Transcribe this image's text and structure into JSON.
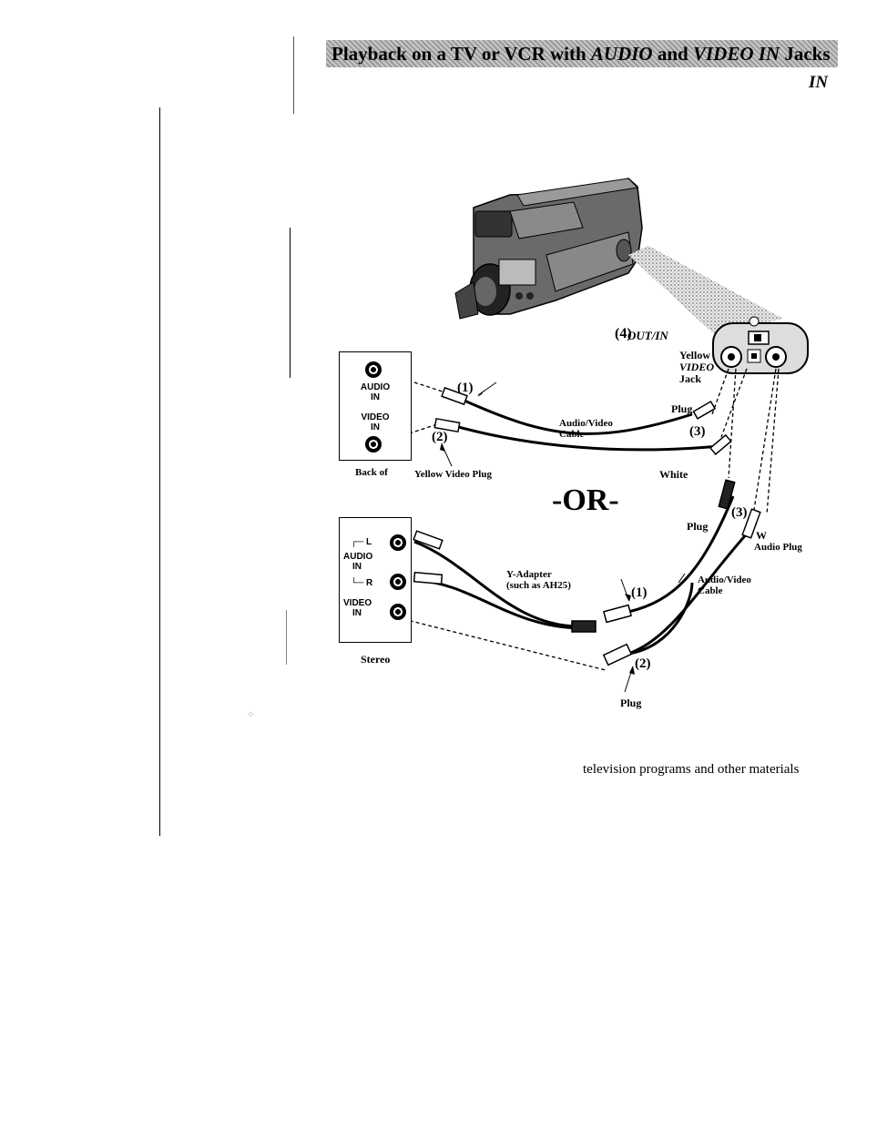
{
  "page": {
    "title_plain_1": "Playback on a TV or VCR with ",
    "title_italic_1": "AUDIO",
    "title_plain_2": " and ",
    "title_italic_2": "VIDEO IN",
    "title_plain_3": " Jacks",
    "corner_tag": "IN",
    "bottom_text": "television programs and other materials"
  },
  "top_setup": {
    "step4_number": "4",
    "step4_label": "OUT/IN",
    "yellow_video_jack": [
      "Yellow",
      "VIDEO",
      "Jack"
    ],
    "panel_audio": [
      "AUDIO",
      "IN"
    ],
    "panel_video": [
      "VIDEO",
      "IN"
    ],
    "step1_number": "1",
    "step2_number": "2",
    "step3_number": "3",
    "plug_label": "Plug",
    "cable_label": [
      "Audio/Video",
      "Cable"
    ],
    "yellow_plug_label": "Yellow Video Plug",
    "white_label": "White",
    "back_of_label": "Back of",
    "or_label": "-OR-"
  },
  "bottom_setup": {
    "panel_audio": [
      "AUDIO",
      "IN"
    ],
    "panel_l": "L",
    "panel_r": "R",
    "panel_video": [
      "VIDEO",
      "IN"
    ],
    "stereo_label": "Stereo",
    "y_adapter": [
      "Y-Adapter",
      "(such as AH25)"
    ],
    "step1_number": "1",
    "step2_number": "2",
    "step3_number": "3",
    "plug_label_right": "Plug",
    "w_label": "W",
    "audio_plug_label": "Audio Plug",
    "cable_label": [
      "Audio/Video",
      "Cable"
    ],
    "plug_label_bottom": "Plug"
  }
}
